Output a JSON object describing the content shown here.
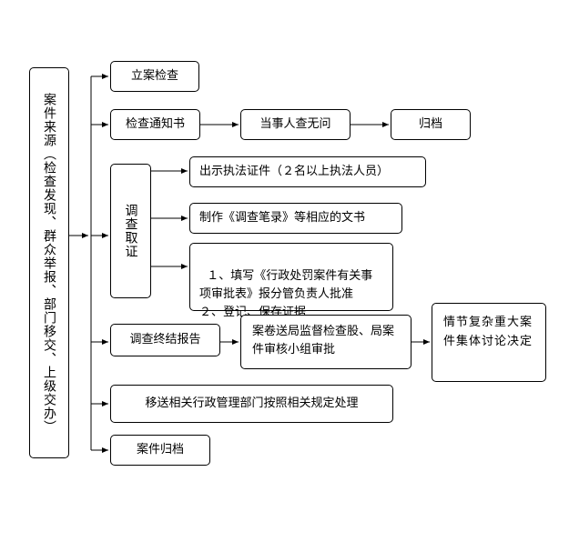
{
  "source": {
    "label": "案件来源（检查发现、群众举报、部门移交、上级交办）"
  },
  "nodes": {
    "file_case": "立案检查",
    "inspection_notice": "检查通知书",
    "party_not_found": "当事人查无问",
    "archive_1": "归档",
    "investigation": "调查取证",
    "show_id": "出示执法证件（２名以上执法人员）",
    "make_docs": "制作《调查笔录》等相应的文书",
    "fill_form": "１、填写《行政处罚案件有关事项审批表》报分管负责人批准\n２、登记、保存证据",
    "final_report": "调查终结报告",
    "submit_review": "案卷送局监督检查股、局案件审核小组审批",
    "collective_decision": "情节复杂重大案件集体讨论决定",
    "transfer": "移送相关行政管理部门按照相关规定处理",
    "archive_case": "案件归档"
  },
  "colors": {
    "line": "#000000",
    "box_border": "#000000"
  }
}
